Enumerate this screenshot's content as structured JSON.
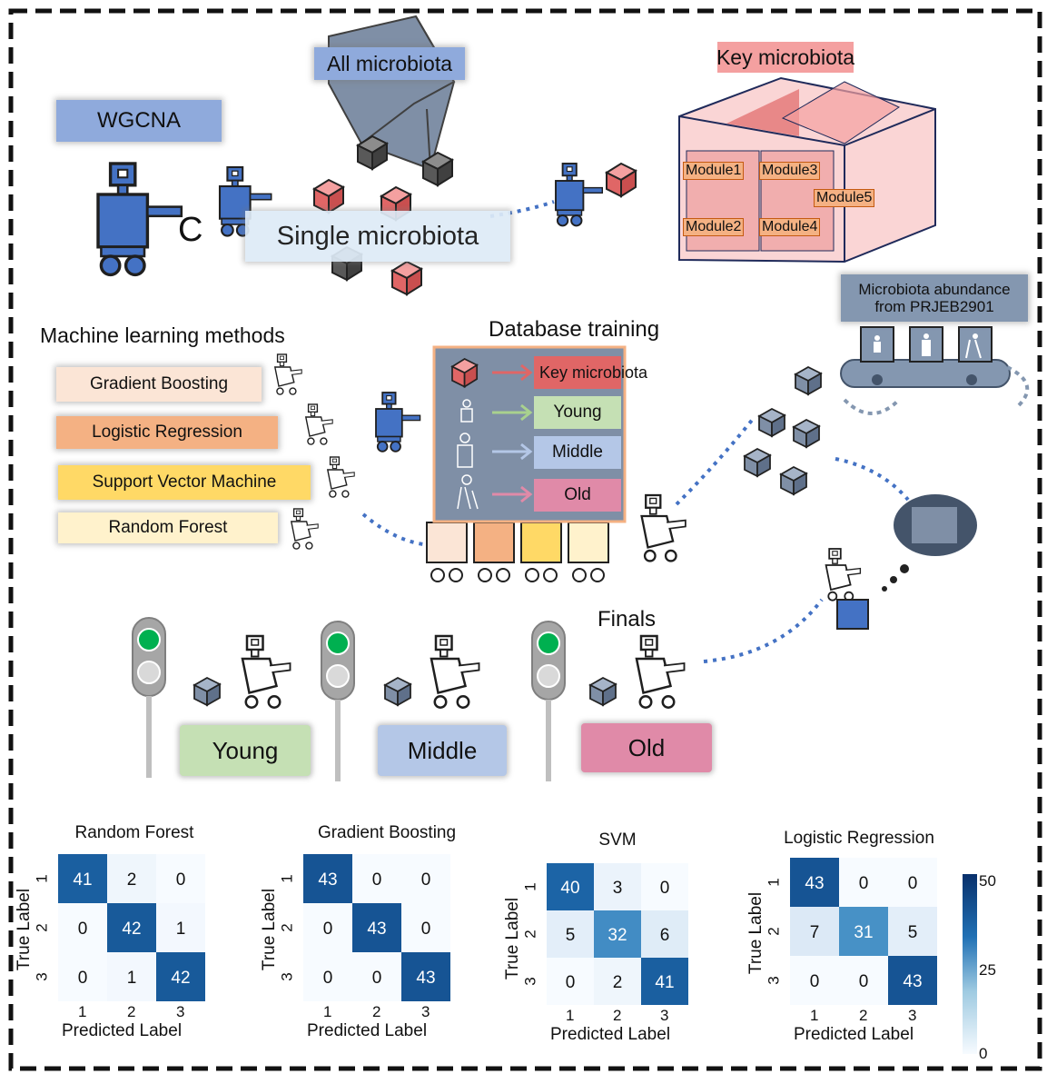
{
  "labels": {
    "wgcna": "WGCNA",
    "all_microbiota": "All microbiota",
    "key_microbiota_title": "Key microbiota",
    "single_microbiota": "Single microbiota",
    "modules": [
      "Module1",
      "Module3",
      "Module5",
      "Module2",
      "Module4"
    ],
    "ml_methods_title": "Machine learning methods",
    "methods": [
      "Gradient Boosting",
      "Logistic Regression",
      "Support Vector Machine",
      "Random Forest"
    ],
    "db_training": "Database training",
    "db_rows": [
      "Key microbiota",
      "Young",
      "Middle",
      "Old"
    ],
    "abundance_line1": "Microbiota abundance",
    "abundance_line2": "from PRJEB2901",
    "finals": "Finals",
    "outcomes": [
      "Young",
      "Middle",
      "Old"
    ]
  },
  "colors": {
    "robot_blue": "#4472c4",
    "wgcna_box": "#8faadc",
    "gb": "#fbe5d6",
    "lr": "#f4b183",
    "svm": "#ffd966",
    "rf": "#fff2cc",
    "young": "#c5e0b4",
    "middle": "#b4c7e7",
    "old": "#e08aa8",
    "cube_red": "#e06666",
    "cube_gray": "#595959",
    "cm_dark": "#08306b"
  },
  "chart_data": [
    {
      "type": "heatmap",
      "title": "Random Forest",
      "xlabel": "Predicted Label",
      "ylabel": "True Label",
      "x": [
        "1",
        "2",
        "3"
      ],
      "y": [
        "1",
        "2",
        "3"
      ],
      "values": [
        [
          41,
          2,
          0
        ],
        [
          0,
          42,
          1
        ],
        [
          0,
          1,
          42
        ]
      ]
    },
    {
      "type": "heatmap",
      "title": "Gradient Boosting",
      "xlabel": "Predicted Label",
      "ylabel": "True Label",
      "x": [
        "1",
        "2",
        "3"
      ],
      "y": [
        "1",
        "2",
        "3"
      ],
      "values": [
        [
          43,
          0,
          0
        ],
        [
          0,
          43,
          0
        ],
        [
          0,
          0,
          43
        ]
      ]
    },
    {
      "type": "heatmap",
      "title": "SVM",
      "xlabel": "Predicted Label",
      "ylabel": "True Label",
      "x": [
        "1",
        "2",
        "3"
      ],
      "y": [
        "1",
        "2",
        "3"
      ],
      "values": [
        [
          40,
          3,
          0
        ],
        [
          5,
          32,
          6
        ],
        [
          0,
          2,
          41
        ]
      ]
    },
    {
      "type": "heatmap",
      "title": "Logistic Regression",
      "xlabel": "Predicted Label",
      "ylabel": "True Label",
      "x": [
        "1",
        "2",
        "3"
      ],
      "y": [
        "1",
        "2",
        "3"
      ],
      "values": [
        [
          43,
          0,
          0
        ],
        [
          7,
          31,
          5
        ],
        [
          0,
          0,
          43
        ]
      ]
    }
  ],
  "colorbar": {
    "range": [
      0,
      50
    ],
    "ticks": [
      "50",
      "25",
      "0"
    ]
  }
}
